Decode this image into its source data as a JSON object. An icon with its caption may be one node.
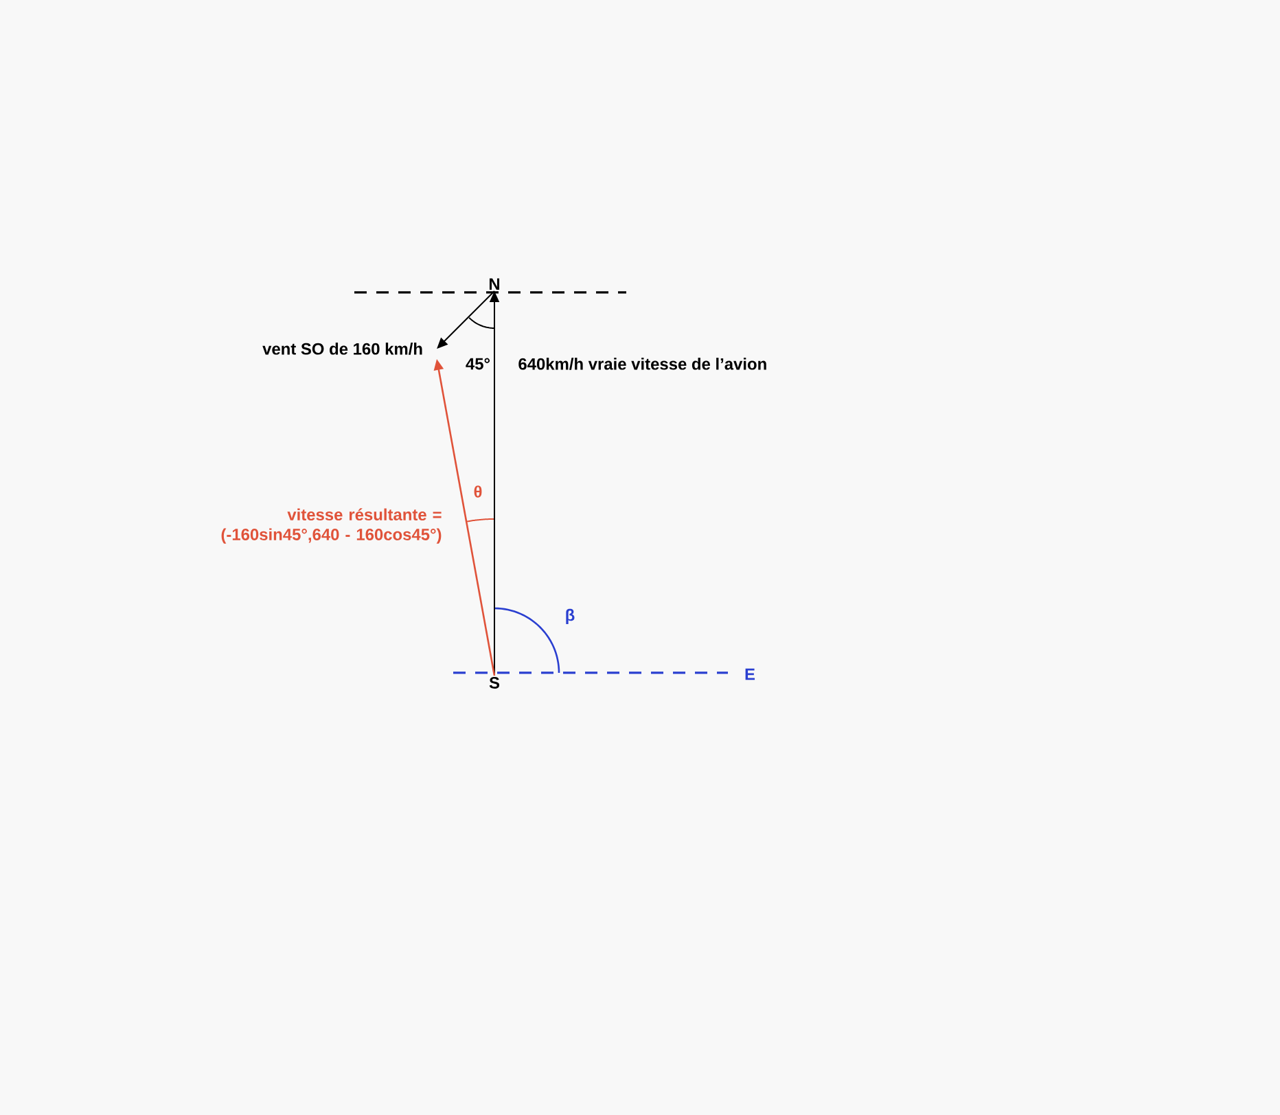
{
  "diagram": {
    "nodes": [
      {
        "text": [
          "N"
        ]
      },
      {
        "text": [
          "S"
        ]
      },
      {
        "text": [
          "vent SO de 160 km/h"
        ]
      }
    ],
    "edges": [
      {
        "from": 1,
        "to": 0,
        "arrow": "to",
        "label": "640km/h vraie vitesse de l’avion"
      },
      {
        "from": 0,
        "to": 2,
        "arrow": "to"
      },
      {
        "from": 1,
        "to": 2,
        "arrow": "to",
        "label": "vitesse résultante = (-160sin45°,640 - 160cos45°)",
        "color": "#e0533a"
      }
    ],
    "labels": [
      "45°",
      "θ",
      "β",
      "E"
    ]
  }
}
